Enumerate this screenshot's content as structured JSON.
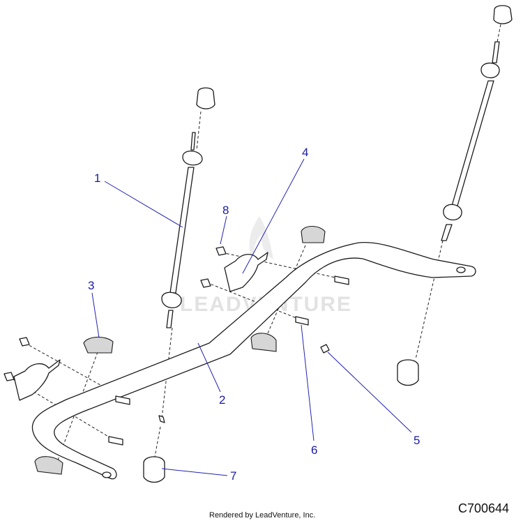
{
  "watermark": "LEADVENTURE",
  "footer": "Rendered by LeadVenture, Inc.",
  "diagram_code": "C700644",
  "callouts": [
    "1",
    "2",
    "3",
    "4",
    "5",
    "6",
    "7",
    "8"
  ],
  "colors": {
    "callout": "#1a1aa8",
    "line": "#1a1a1a",
    "watermark": "#e2e2e2"
  }
}
